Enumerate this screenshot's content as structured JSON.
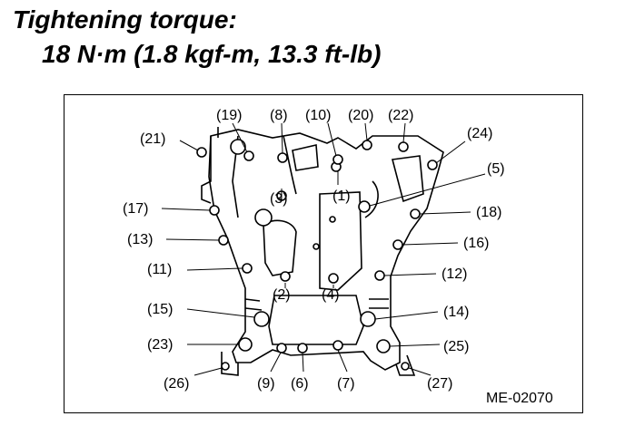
{
  "heading": {
    "title": "Tightening torque:",
    "spec": "18 N·m (1.8 kgf-m, 13.3 ft-lb)"
  },
  "figure_code": "ME-02070",
  "bolt_labels": {
    "b1": "(1)",
    "b2": "(2)",
    "b3": "(3)",
    "b4": "(4)",
    "b5": "(5)",
    "b6": "(6)",
    "b7": "(7)",
    "b8": "(8)",
    "b9": "(9)",
    "b10": "(10)",
    "b11": "(11)",
    "b12": "(12)",
    "b13": "(13)",
    "b14": "(14)",
    "b15": "(15)",
    "b16": "(16)",
    "b17": "(17)",
    "b18": "(18)",
    "b19": "(19)",
    "b20": "(20)",
    "b21": "(21)",
    "b22": "(22)",
    "b23": "(23)",
    "b24": "(24)",
    "b25": "(25)",
    "b26": "(26)",
    "b27": "(27)"
  }
}
